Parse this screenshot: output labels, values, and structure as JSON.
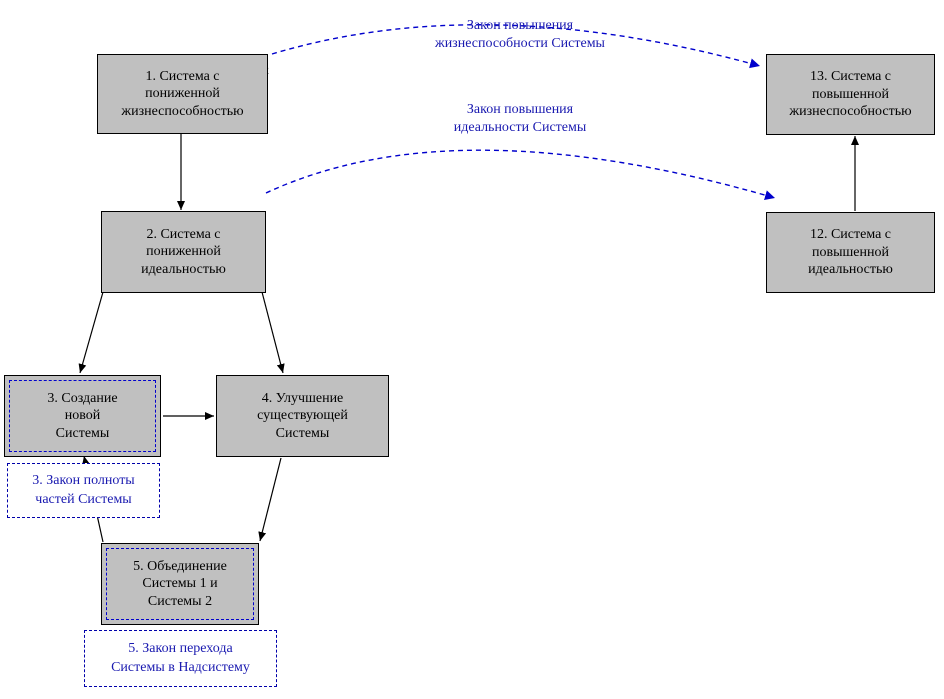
{
  "colors": {
    "node_fill": "#c0c0c0",
    "node_border": "#000000",
    "law_color": "#1a1ab0",
    "law_dash": "#0000cc"
  },
  "nodes": {
    "n1": "1. Система с\nпониженной\nжизнеспособностью",
    "n2": "2. Система с\nпониженной\nидеальностью",
    "n3": "3. Создание\nновой\nСистемы",
    "n4": "4. Улучшение\nсуществующей\nСистемы",
    "n5": "5. Объединение\nСистемы 1 и\nСистемы 2",
    "n12": "12. Система с\nповышенной\nидеальностью",
    "n13": "13. Система с\nповышенной\nжизнеспособностью"
  },
  "laws": {
    "vitality": "Закон повышения\nжизнеспособности Системы",
    "ideality": "Закон повышения\nидеальности Системы",
    "completeness": "3. Закон полноты\nчастей Системы",
    "supersystem": "5. Закон перехода\nСистемы в Надсистему"
  },
  "annotations": {
    "stray_mark": "2"
  }
}
